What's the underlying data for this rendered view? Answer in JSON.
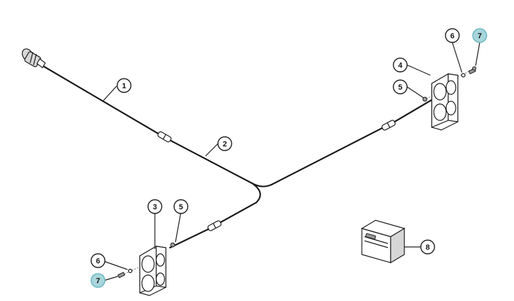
{
  "diagram": {
    "callouts": {
      "c1": "1",
      "c2": "2",
      "c3": "3",
      "c4": "4",
      "c5_right": "5",
      "c5_left": "5",
      "c6_right": "6",
      "c6_left": "6",
      "c7_right": "7",
      "c7_left": "7",
      "c8": "8"
    },
    "colors": {
      "highlight_fill": "#a9d6dc",
      "line": "#1a1a1a"
    }
  }
}
